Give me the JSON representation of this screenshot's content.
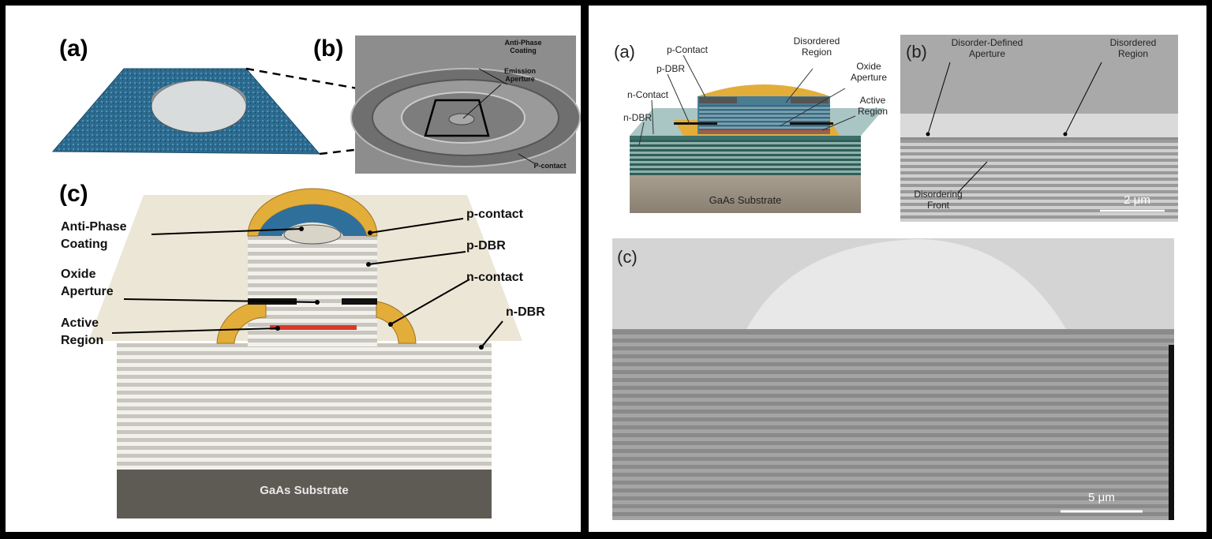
{
  "left": {
    "labels": {
      "a": "(a)",
      "b": "(b)",
      "c": "(c)"
    },
    "sem_b": {
      "anti_phase": "Anti-Phase\nCoating",
      "emission": "Emission\nAperture",
      "pcontact": "P-contact"
    },
    "diagram": {
      "anti_phase": "Anti-Phase\nCoating",
      "oxide": "Oxide\nAperture",
      "active": "Active\nRegion",
      "pcontact": "p-contact",
      "pdbr": "p-DBR",
      "ncontact": "n-contact",
      "ndbr": "n-DBR",
      "substrate": "GaAs Substrate"
    }
  },
  "right": {
    "labels": {
      "a": "(a)",
      "b": "(b)",
      "c": "(c)"
    },
    "schematic": {
      "pcontact": "p-Contact",
      "pdbr": "p-DBR",
      "ncontact": "n-Contact",
      "ndbr": "n-DBR",
      "disordered": "Disordered\nRegion",
      "oxide": "Oxide\nAperture",
      "active": "Active\nRegion",
      "substrate": "GaAs Substrate"
    },
    "micro_b": {
      "aperture": "Disorder-Defined\nAperture",
      "disordered": "Disordered\nRegion",
      "front": "Disordering\nFront",
      "scale": "2 μm"
    },
    "micro_c": {
      "scale": "5 μm"
    }
  },
  "colors": {
    "contact": "#e3ad3a",
    "coating": "#2f6f9c",
    "active": "#d83a2a",
    "substrate": "#5e5b55",
    "plane": "#ece6d6"
  }
}
